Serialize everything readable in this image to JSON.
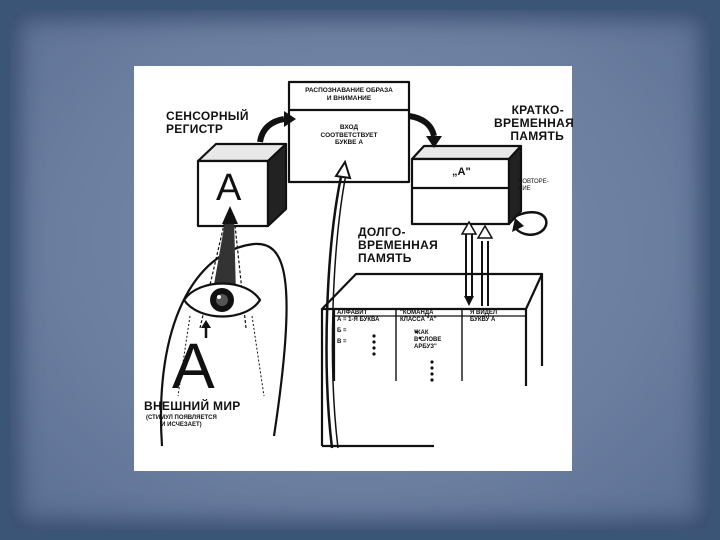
{
  "diagram": {
    "sensory_register_label": [
      "СЕНСОРНЫЙ",
      "РЕГИСТР"
    ],
    "sensory_letter": "А",
    "recognition_box": {
      "title": [
        "РАСПОЗНАВАНИЕ ОБРАЗА",
        "И ВНИМАНИЕ"
      ],
      "body": [
        "ВХОД",
        "СООТВЕТСТВУЕТ",
        "БУКВЕ  А"
      ]
    },
    "short_term_label": [
      "КРАТКО-",
      "ВРЕМЕННАЯ",
      "ПАМЯТЬ"
    ],
    "short_term_content": "„А\"",
    "repetition_label": [
      "ПОВТОРЕ-",
      "НИЕ"
    ],
    "long_term_label": [
      "ДОЛГО-",
      "ВРЕМЕННАЯ",
      "ПАМЯТЬ"
    ],
    "ltm_columns": {
      "col1": [
        "АЛФАВИТ",
        "А = 1-Я БУКВА",
        "Б =",
        "В ="
      ],
      "col2": [
        "\"КОМАНДА",
        "КЛАССА \"А\"",
        "\"КАК",
        "В СЛОВЕ",
        "АРБУЗ\""
      ],
      "col3": [
        "Я ВИДЕЛ",
        "БУКВУ А"
      ]
    },
    "world_letter": "А",
    "outer_world_label": "ВНЕШНИЙ МИР",
    "stimulus_note": [
      "(СТИМУЛ ПОЯВЛЯЕТСЯ",
      "И ИСЧЕЗАЕТ)"
    ]
  }
}
